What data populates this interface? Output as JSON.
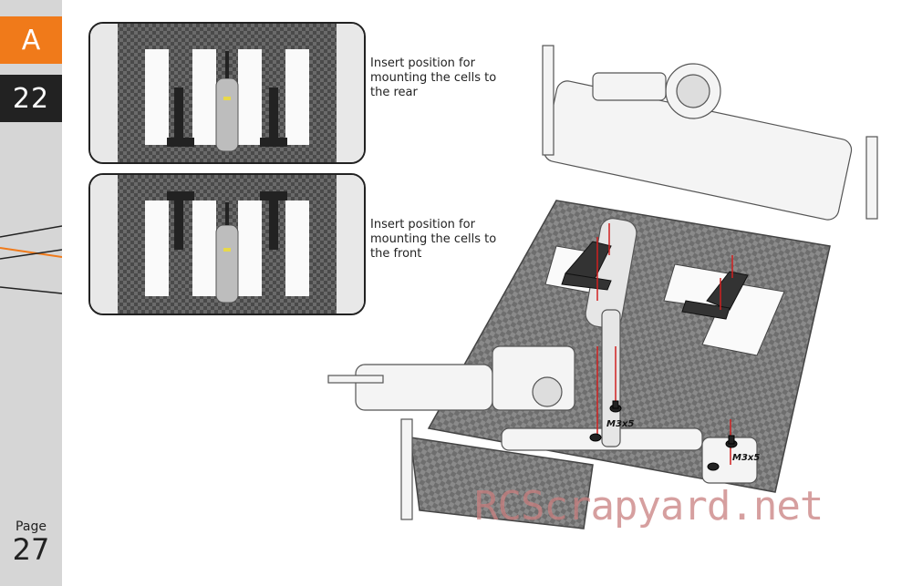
{
  "sidebar": {
    "section_letter": "A",
    "step_number": "22",
    "page_label": "Page",
    "page_number": "27"
  },
  "photos": [
    {
      "caption": "Insert position for mounting the cells to the rear"
    },
    {
      "caption": "Insert position for mounting the cells to the front"
    }
  ],
  "diagram": {
    "screw_labels": [
      "M3x5",
      "M3x5"
    ]
  },
  "watermark": "RCScrapyard.net",
  "colors": {
    "accent": "#f07a1a",
    "dark": "#222222",
    "sidebar": "#d6d6d6",
    "carbon": "#5a5a5a"
  }
}
